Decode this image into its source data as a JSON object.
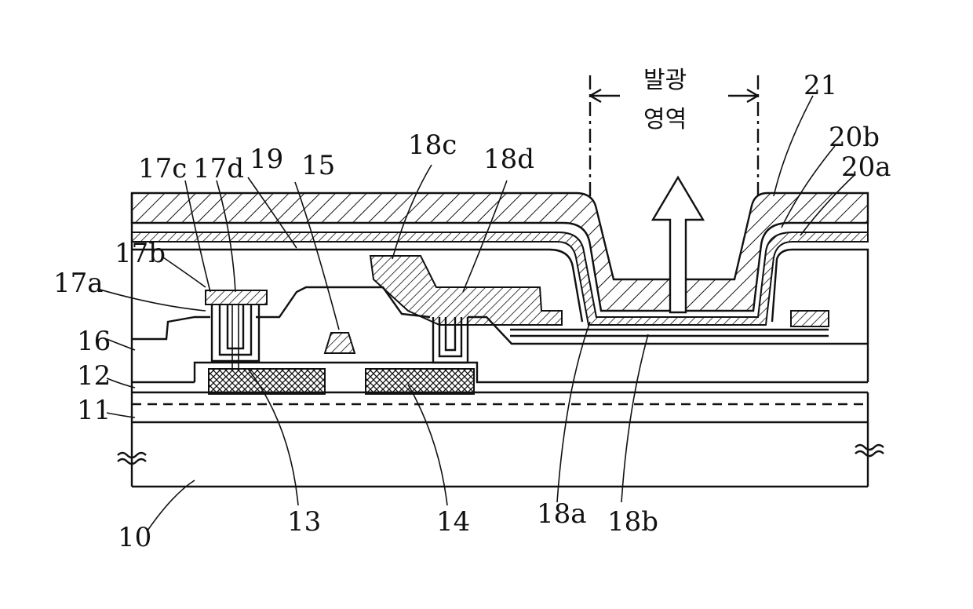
{
  "figure": {
    "region_label_line1": "발광",
    "region_label_line2": "영역",
    "labels": {
      "l10": "10",
      "l11": "11",
      "l12": "12",
      "l13": "13",
      "l14": "14",
      "l15": "15",
      "l16": "16",
      "l17a": "17a",
      "l17b": "17b",
      "l17c": "17c",
      "l17d": "17d",
      "l18a": "18a",
      "l18b": "18b",
      "l18c": "18c",
      "l18d": "18d",
      "l19": "19",
      "l20a": "20a",
      "l20b": "20b",
      "l21": "21"
    }
  }
}
